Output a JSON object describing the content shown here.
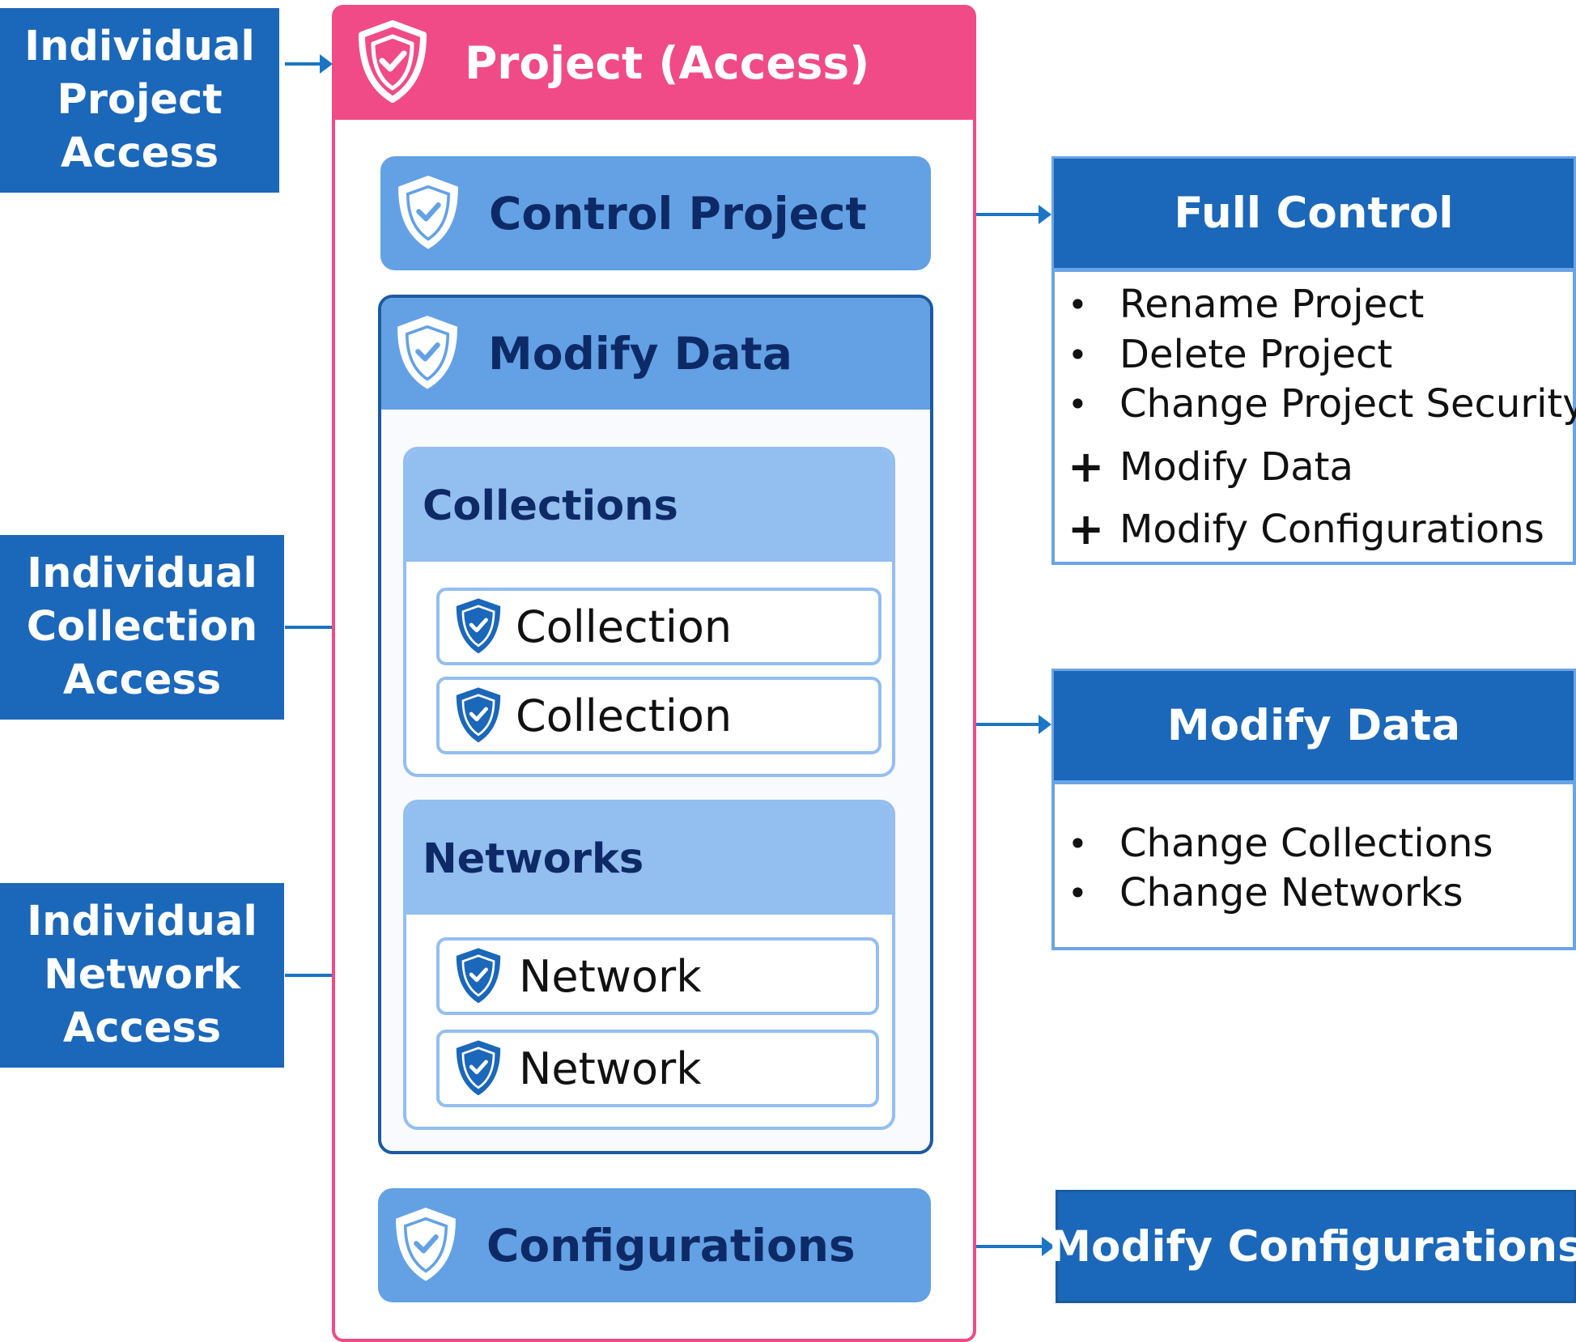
{
  "left_labels": {
    "project_access": [
      "Individual",
      "Project",
      "Access"
    ],
    "collection_access": [
      "Individual",
      "Collection",
      "Access"
    ],
    "network_access": [
      "Individual",
      "Network",
      "Access"
    ]
  },
  "project": {
    "title": "Project (Access)",
    "control_project": "Control Project",
    "modify_data": {
      "title": "Modify Data",
      "collections": {
        "title": "Collections",
        "items": [
          "Collection",
          "Collection"
        ]
      },
      "networks": {
        "title": "Networks",
        "items": [
          "Network",
          "Network"
        ]
      }
    },
    "configurations": "Configurations"
  },
  "right_panels": {
    "full_control": {
      "title": "Full Control",
      "items": [
        {
          "mark": "•",
          "text": "Rename Project"
        },
        {
          "mark": "•",
          "text": "Delete Project"
        },
        {
          "mark": "•",
          "text": "Change Project Security"
        },
        {
          "mark": "+",
          "text": "Modify Data"
        },
        {
          "mark": "+",
          "text": "Modify Configurations"
        }
      ]
    },
    "modify_data": {
      "title": "Modify Data",
      "items": [
        {
          "mark": "•",
          "text": "Change Collections"
        },
        {
          "mark": "•",
          "text": "Change Networks"
        }
      ]
    },
    "modify_configurations": {
      "title": "Modify Configurations"
    }
  },
  "colors": {
    "project_pink": "#f04b86",
    "dark_blue": "#1b67b9",
    "bar_blue": "#63a1e4",
    "light_blue": "#93bef0",
    "navy_text": "#0e2a66",
    "arrow_blue": "#1b75c4"
  },
  "icons": [
    "shield-check-icon"
  ]
}
